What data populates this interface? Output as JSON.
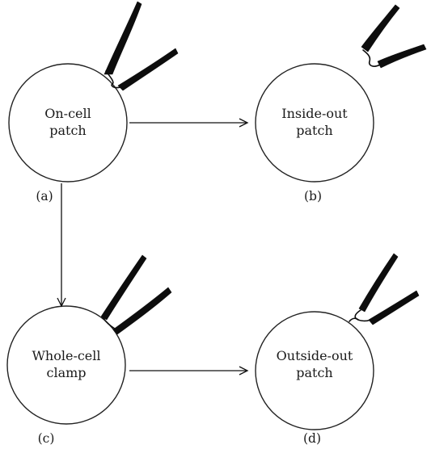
{
  "diagram": {
    "cells": [
      {
        "id": "a",
        "line1": "On-cell",
        "line2": "patch",
        "panel": "(a)"
      },
      {
        "id": "b",
        "line1": "Inside-out",
        "line2": "patch",
        "panel": "(b)"
      },
      {
        "id": "c",
        "line1": "Whole-cell",
        "line2": "clamp",
        "panel": "(c)"
      },
      {
        "id": "d",
        "line1": "Outside-out",
        "line2": "patch",
        "panel": "(d)"
      }
    ],
    "transitions": [
      {
        "from": "a",
        "to": "b"
      },
      {
        "from": "a",
        "to": "c"
      },
      {
        "from": "c",
        "to": "d"
      }
    ],
    "colors": {
      "ink": "#111111",
      "cell_fill": "#ffffff"
    }
  }
}
